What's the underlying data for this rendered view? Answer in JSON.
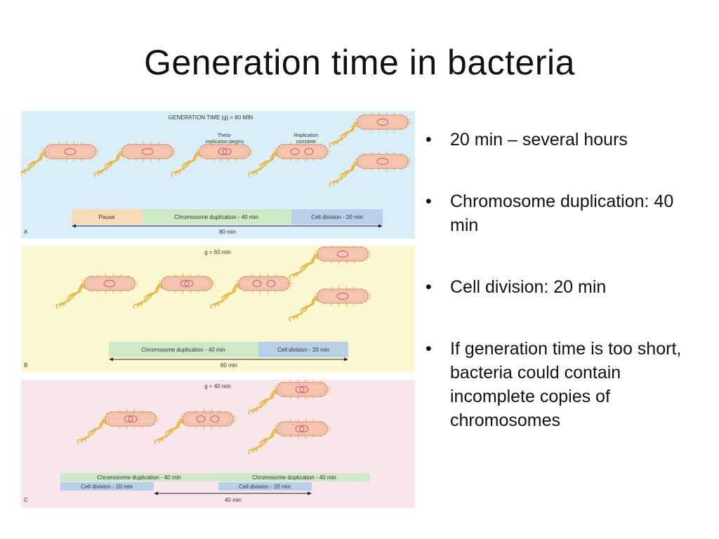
{
  "slide": {
    "title": "Generation time in bacteria"
  },
  "figure": {
    "panel_a": {
      "letter": "A",
      "header": "GENERATION TIME (g) = 80 MIN",
      "callout_theta": [
        "Theta-",
        "replication begins"
      ],
      "callout_complete": [
        "Replication",
        "complete"
      ],
      "bar_pause": "Pause",
      "bar_dup": "Chromosome duplication - 40 min",
      "bar_div": "Cell division - 20 min",
      "total": "80 min"
    },
    "panel_b": {
      "letter": "B",
      "header": "g = 60 min",
      "bar_dup": "Chromosome duplication - 40 min",
      "bar_div": "Cell division - 20 min",
      "total": "60 min"
    },
    "panel_c": {
      "letter": "C",
      "header": "g = 40 min",
      "bar_dup_1": "Chromosome duplication - 40 min",
      "bar_dup_2": "Chromosome duplication - 40 min",
      "bar_div_1": "Cell division - 20 min",
      "bar_div_2": "Cell division - 20 min",
      "total": "40 min"
    },
    "colors": {
      "panel_a_bg": "#d9eef6",
      "panel_b_bg": "#fbf7d0",
      "panel_c_bg": "#f9e6ea",
      "pause_bar": "#f8d9b8",
      "duplication_bar": "#cfe8c8",
      "division_bar": "#b7cfe8",
      "cell_body": "#f5c7b0",
      "flagella": "#e6b84a"
    }
  },
  "bullets": [
    "20 min – several hours",
    "Chromosome duplication: 40 min",
    "Cell division: 20 min",
    "If generation time is too short, bacteria could contain incomplete copies of chromosomes"
  ]
}
